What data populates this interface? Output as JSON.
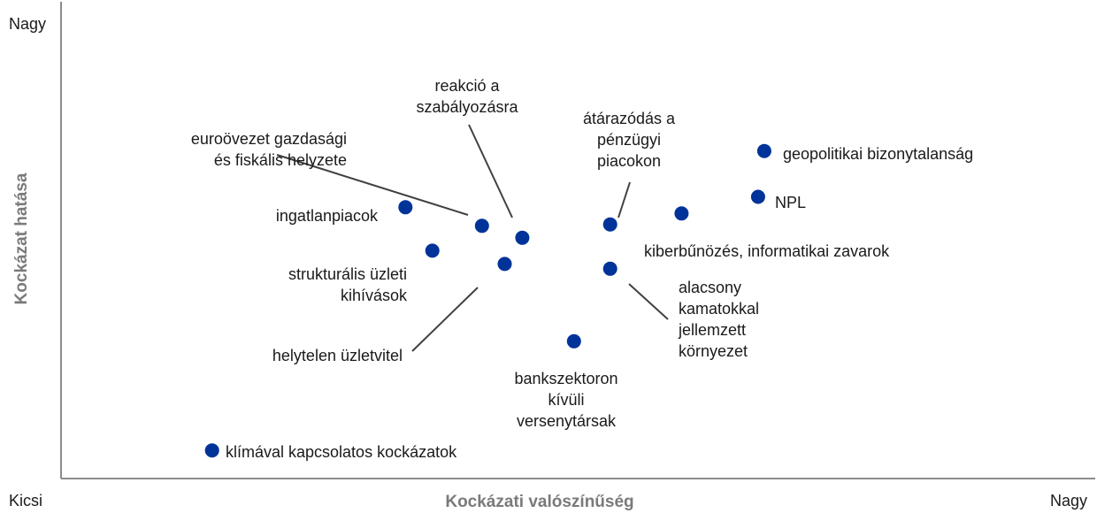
{
  "chart_data": {
    "type": "scatter",
    "xlabel": "Kockázati valószínűség",
    "ylabel": "Kockázat hatása",
    "y_high_label": "Nagy",
    "origin_label": "Kicsi",
    "x_high_label": "Nagy",
    "xlim": [
      0,
      100
    ],
    "ylim": [
      0,
      100
    ],
    "grid": false,
    "point_color": "#003399",
    "line_color": "#404040",
    "points": [
      {
        "name": "geopolitikai bizonytalanság",
        "x": 68.0,
        "y": 68.7
      },
      {
        "name": "NPL",
        "x": 67.4,
        "y": 59.1
      },
      {
        "name": "kiberbűnözés, informatikai zavarok",
        "x": 60.0,
        "y": 55.6
      },
      {
        "name": "átárazódás a pénzügyi piacokon",
        "x": 53.1,
        "y": 53.3
      },
      {
        "name": "alacsony kamatokkal jellemzett környezet",
        "x": 53.1,
        "y": 44.0
      },
      {
        "name": "reakció a szabályozásra",
        "x": 44.6,
        "y": 50.5
      },
      {
        "name": "euroövezet gazdasági és fiskális helyzete",
        "x": 40.7,
        "y": 53.0
      },
      {
        "name": "helytelen üzletvitel",
        "x": 42.9,
        "y": 45.0
      },
      {
        "name": "ingatlanpiacok",
        "x": 33.3,
        "y": 56.9
      },
      {
        "name": "strukturális üzleti kihívások",
        "x": 35.9,
        "y": 47.8
      },
      {
        "name": "bankszektoron kívüli versenytársak",
        "x": 49.6,
        "y": 28.8
      },
      {
        "name": "klímával kapcsolatos kockázatok",
        "x": 14.6,
        "y": 5.9
      }
    ],
    "labels": [
      {
        "point": 0,
        "lines": [
          "geopolitikai bizonytalanság"
        ]
      },
      {
        "point": 1,
        "lines": [
          "NPL"
        ]
      },
      {
        "point": 2,
        "lines": [
          "kiberbűnözés, informatikai zavarok"
        ]
      },
      {
        "point": 3,
        "lines": [
          "átárazódás a",
          "pénzügyi",
          "piacokon"
        ]
      },
      {
        "point": 4,
        "lines": [
          "alacsony",
          "kamatokkal",
          "jellemzett",
          "környezet"
        ]
      },
      {
        "point": 5,
        "lines": [
          "reakció a",
          "szabályozásra"
        ]
      },
      {
        "point": 6,
        "lines": [
          "euroövezet gazdasági",
          "és fiskális helyzete"
        ]
      },
      {
        "point": 7,
        "lines": [
          "helytelen üzletvitel"
        ]
      },
      {
        "point": 8,
        "lines": [
          "ingatlanpiacok"
        ]
      },
      {
        "point": 9,
        "lines": [
          "strukturális üzleti",
          "kihívások"
        ]
      },
      {
        "point": 10,
        "lines": [
          "bankszektoron",
          "kívüli",
          "versenytársak"
        ]
      },
      {
        "point": 11,
        "lines": [
          "klímával kapcsolatos kockázatok"
        ]
      }
    ]
  }
}
